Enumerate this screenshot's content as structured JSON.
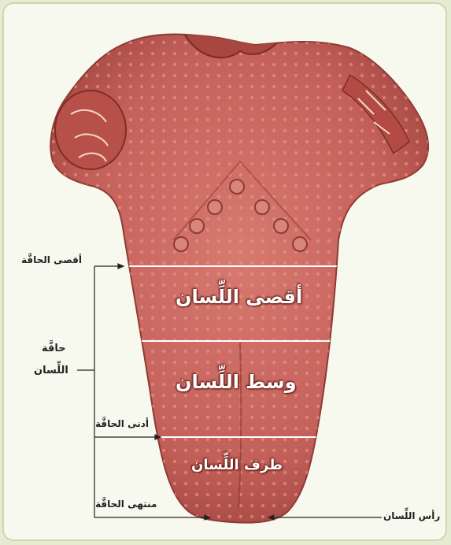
{
  "regions": {
    "back": "أقصى اللِّسان",
    "middle": "وسط اللِّسان",
    "tip": "طرف اللِّسان"
  },
  "labels": {
    "back_edge": "أقصى الحافَّة",
    "edge_line1": "حافَّة",
    "edge_line2": "اللِّسان",
    "near_edge": "أدنى الحافَّة",
    "end_edge": "منتهى الحافَّة",
    "tip_point": "رأس اللِّسان"
  },
  "colors": {
    "tongue": "#c8625a",
    "tongue_dark": "#a84840",
    "divider": "#ffffff",
    "frame": "#f7f9ee"
  }
}
